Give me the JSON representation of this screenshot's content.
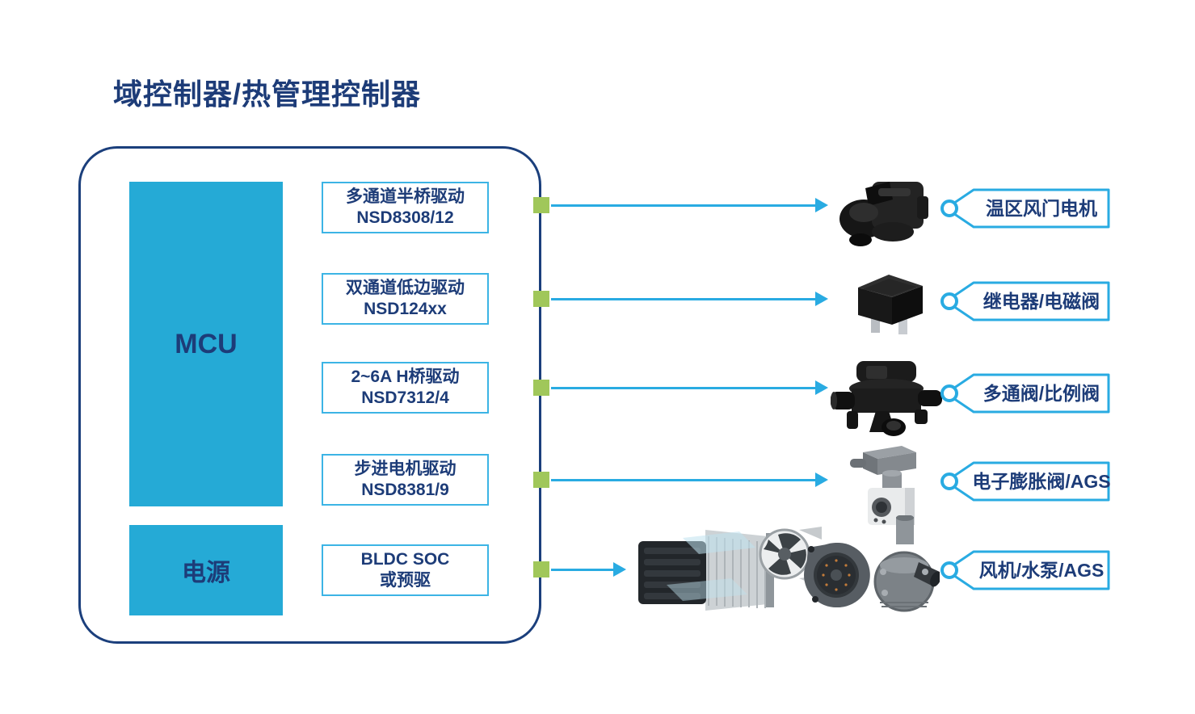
{
  "title": "域控制器/热管理控制器",
  "controller": {
    "mcu_label": "MCU",
    "power_label": "电源",
    "drivers": [
      {
        "line1": "多通道半桥驱动",
        "line2": "NSD8308/12"
      },
      {
        "line1": "双通道低边驱动",
        "line2": "NSD124xx"
      },
      {
        "line1": "2~6A H桥驱动",
        "line2": "NSD7312/4"
      },
      {
        "line1": "步进电机驱动",
        "line2": "NSD8381/9"
      },
      {
        "line1": "BLDC SOC",
        "line2": "或预驱"
      }
    ]
  },
  "outputs": [
    {
      "label": "温区风门电机",
      "icon": "damper-actuator-image"
    },
    {
      "label": "继电器/电磁阀",
      "icon": "relay-image"
    },
    {
      "label": "多通阀/比例阀",
      "icon": "multiway-valve-image"
    },
    {
      "label": "电子膨胀阀/AGS",
      "icon": "expansion-valve-image"
    },
    {
      "label": "风机/水泵/AGS",
      "icon": "radiator-fan-blower-pump-image"
    }
  ],
  "colors": {
    "navy_text": "#1d3c78",
    "outline_navy": "#1b3f7c",
    "cyan_fill": "#25aad6",
    "cyan_line": "#29abe2",
    "driver_border": "#3cb4e5",
    "node_green": "#a0c75a",
    "background": "#ffffff"
  }
}
